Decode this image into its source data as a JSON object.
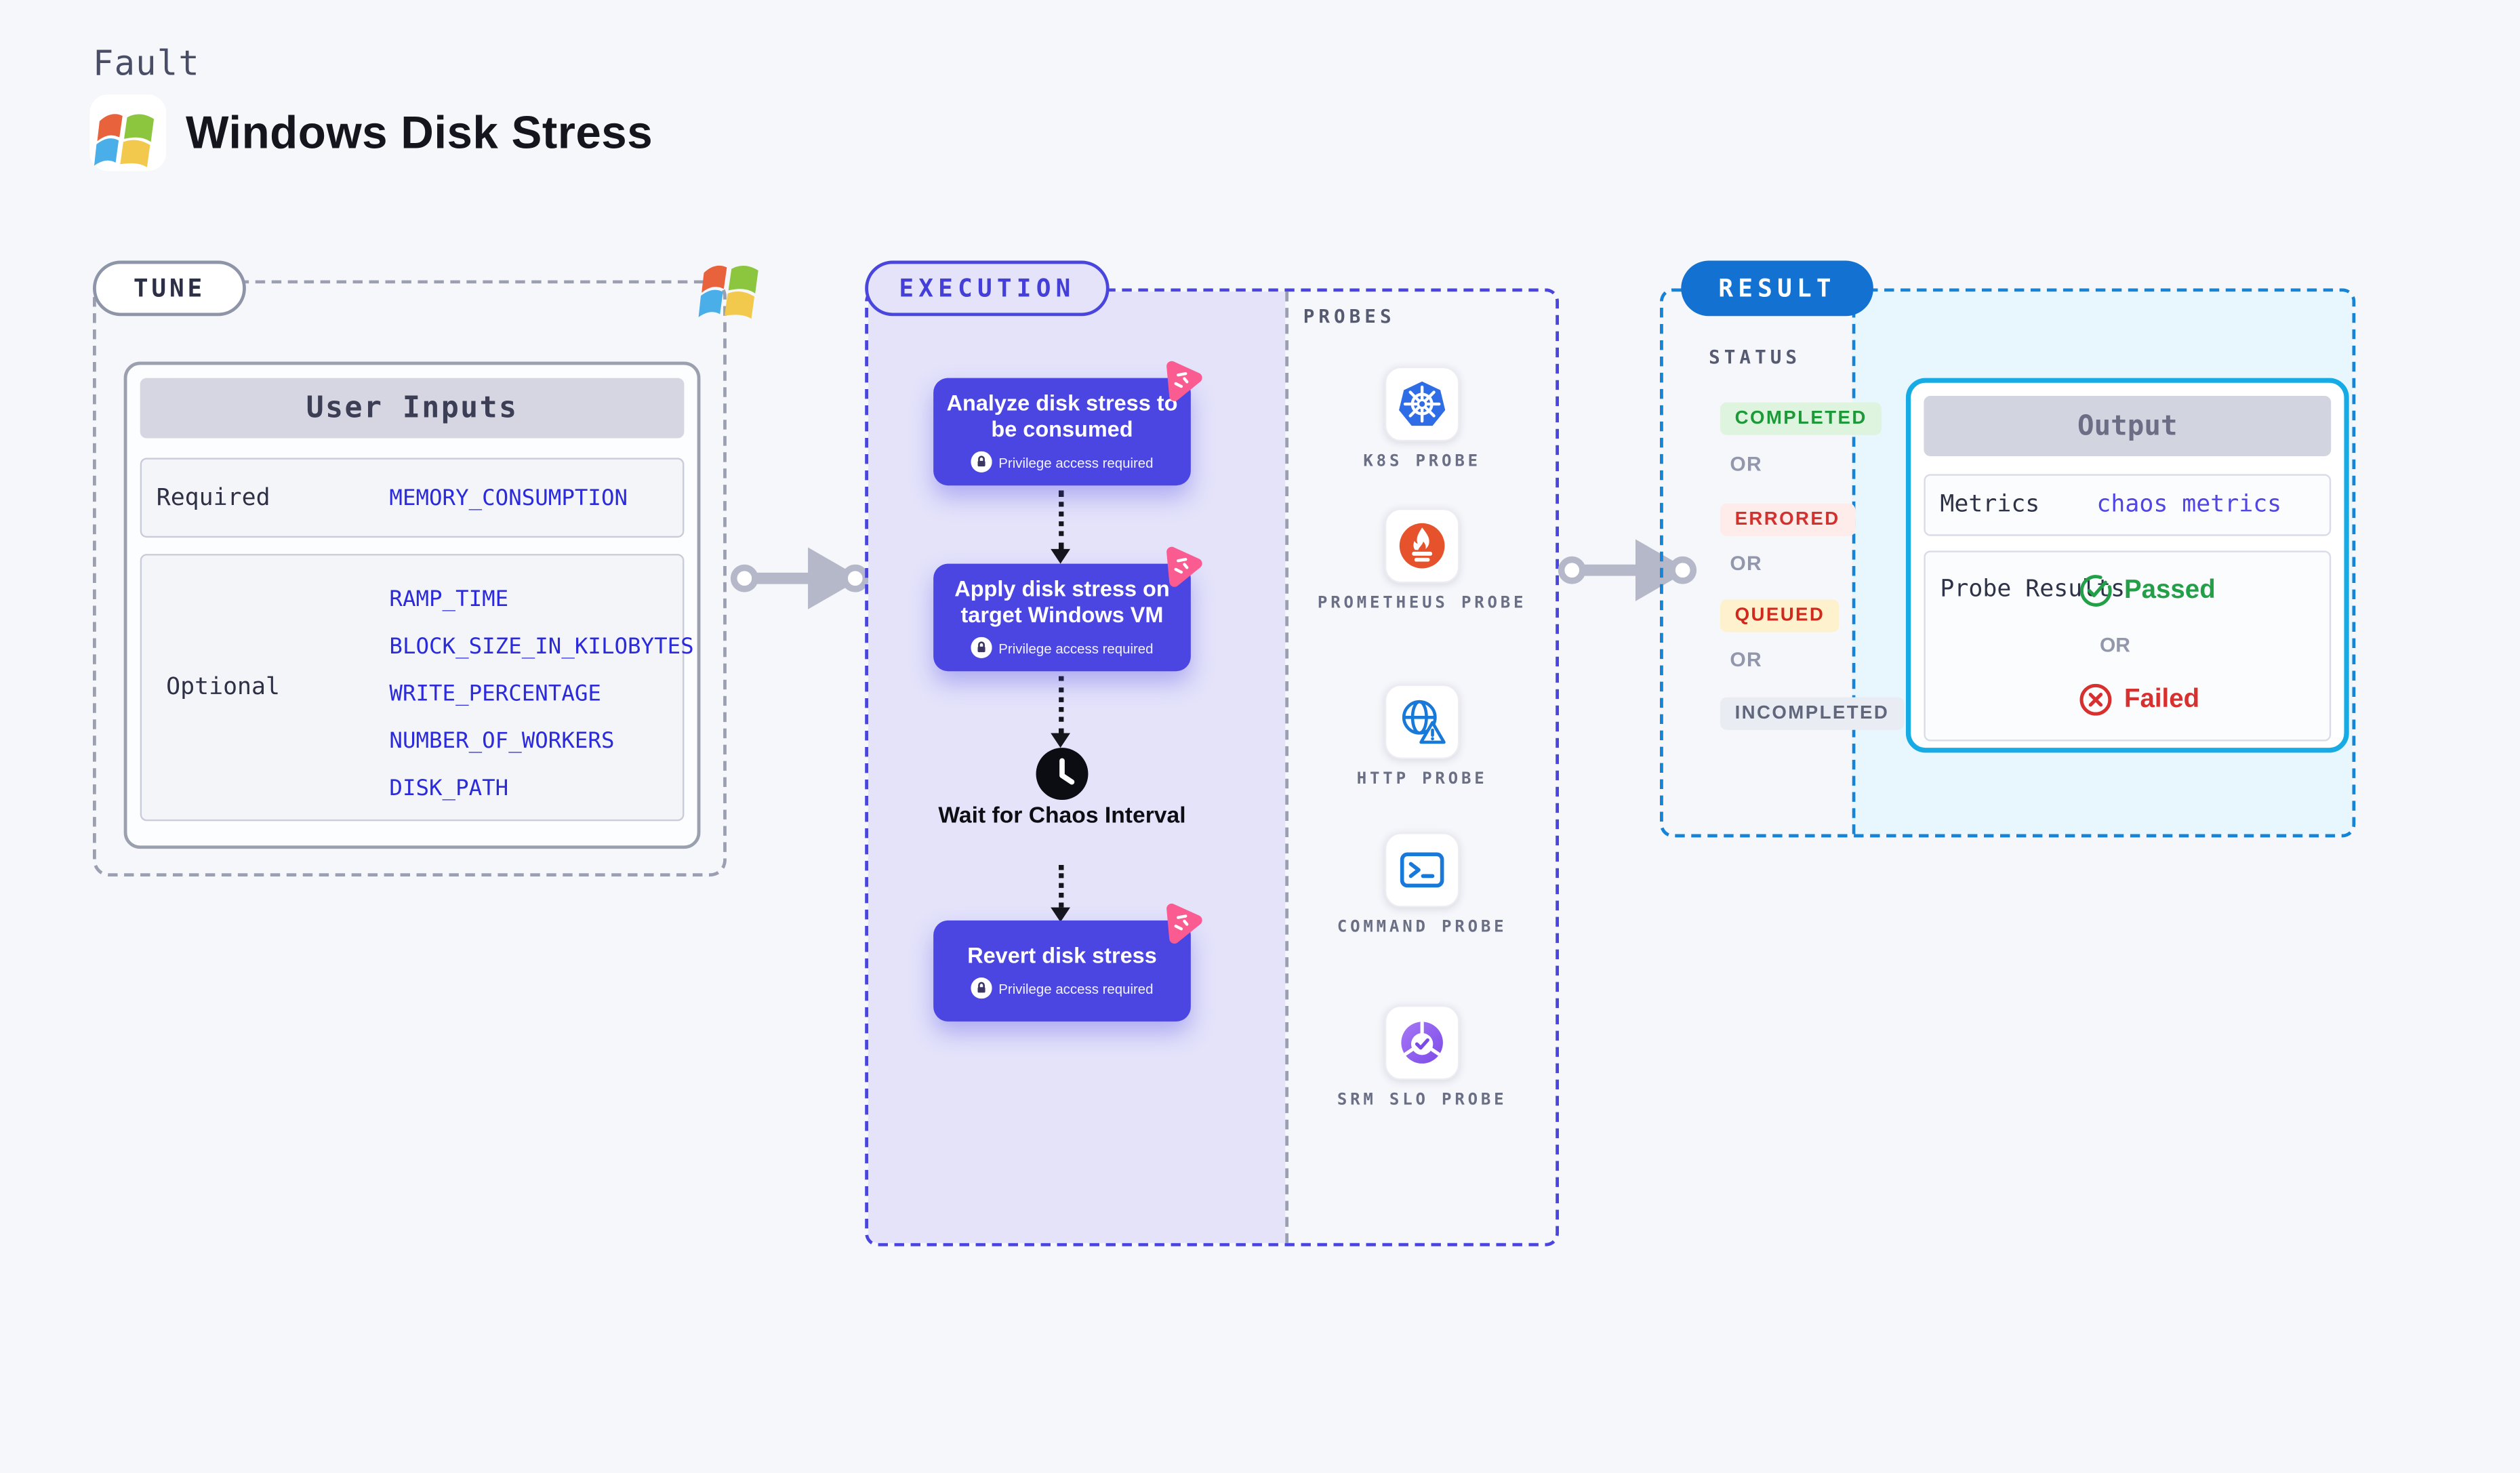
{
  "header": {
    "kicker": "Fault",
    "title": "Windows Disk Stress"
  },
  "tune": {
    "label": "TUNE",
    "user_inputs": {
      "title": "User Inputs",
      "required_label": "Required",
      "required_value": "MEMORY_CONSUMPTION",
      "optional_label": "Optional",
      "optional_values": [
        "RAMP_TIME",
        "BLOCK_SIZE_IN_KILOBYTES",
        "WRITE_PERCENTAGE",
        "NUMBER_OF_WORKERS",
        "DISK_PATH"
      ]
    }
  },
  "execution": {
    "label": "EXECUTION",
    "privilege_label": "Privilege access required",
    "steps": [
      {
        "title": "Analyze disk stress to be consumed"
      },
      {
        "title": "Apply disk stress on target Windows VM"
      },
      {
        "title": "Revert disk stress"
      }
    ],
    "wait_label": "Wait for Chaos Interval"
  },
  "probes": {
    "label": "PROBES",
    "items": [
      {
        "label": "K8S PROBE",
        "icon": "kubernetes-icon"
      },
      {
        "label": "PROMETHEUS PROBE",
        "icon": "prometheus-icon"
      },
      {
        "label": "HTTP PROBE",
        "icon": "globe-warning-icon"
      },
      {
        "label": "COMMAND PROBE",
        "icon": "terminal-icon"
      },
      {
        "label": "SRM SLO PROBE",
        "icon": "slo-check-icon"
      }
    ]
  },
  "result": {
    "label": "RESULT",
    "status_label": "STATUS",
    "or_label": "OR",
    "statuses": [
      {
        "text": "COMPLETED",
        "fg": "#1d9939",
        "bg": "#def4de"
      },
      {
        "text": "ERRORED",
        "fg": "#d2312e",
        "bg": "#fdecea"
      },
      {
        "text": "QUEUED",
        "fg": "#cf2a1d",
        "bg": "#fdf2cd"
      },
      {
        "text": "INCOMPLETED",
        "fg": "#60667c",
        "bg": "#eaecf3"
      }
    ],
    "output": {
      "title": "Output",
      "metrics_label": "Metrics",
      "metrics_value": "chaos metrics",
      "probe_results_label": "Probe Results",
      "passed_label": "Passed",
      "failed_label": "Failed"
    }
  },
  "colors": {
    "page_bg": "#f6f7fb",
    "step_card": "#4b45e1",
    "execution_accent": "#4a46dd",
    "execution_bg": "#e4e3fa",
    "result_accent": "#1583d6",
    "result_pill": "#1271d1",
    "output_border": "#16abe4",
    "output_panel_bg": "#e8f6fd",
    "input_value_blue": "#2b2bdb",
    "chaos_pink": "#fa5c92",
    "passed_green": "#23a047",
    "failed_red": "#d8302f",
    "arrow_gray": "#b5b8c9"
  }
}
